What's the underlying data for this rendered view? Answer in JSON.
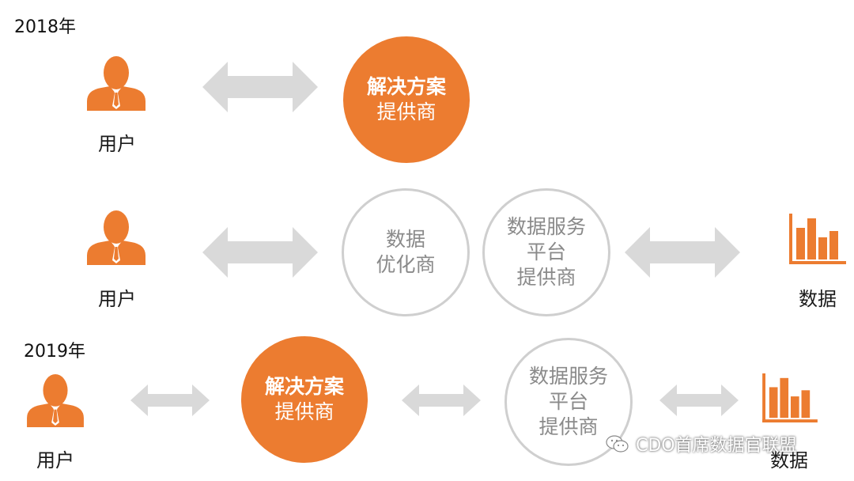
{
  "row1": {
    "year": "2018年",
    "user_label": "用户",
    "provider": {
      "line1": "解决方案",
      "line2": "提供商"
    }
  },
  "row2": {
    "user_label": "用户",
    "optimizer": {
      "line1": "数据",
      "line2": "优化商"
    },
    "platform": {
      "line1": "数据服务",
      "line2": "平台",
      "line3": "提供商"
    },
    "data_label": "数据"
  },
  "row3": {
    "year": "2019年",
    "user_label": "用户",
    "provider": {
      "line1": "解决方案",
      "line2": "提供商"
    },
    "platform": {
      "line1": "数据服务",
      "line2": "平台",
      "line3": "提供商"
    },
    "data_label": "数据"
  },
  "watermark": "CDO首席数据官联盟",
  "colors": {
    "accent": "#ec7c30",
    "arrow": "#d9d9d9",
    "circle_outline": "#cfcfcf",
    "muted_text": "#8a8a8a"
  }
}
